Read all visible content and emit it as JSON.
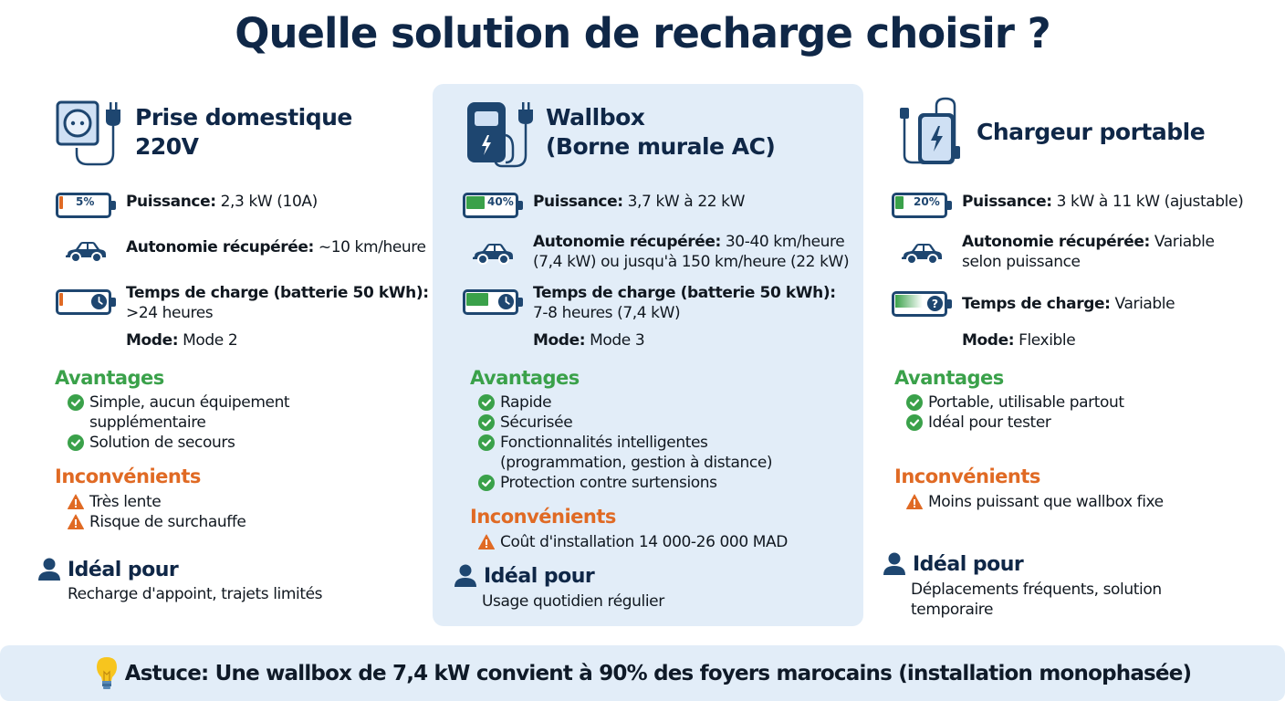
{
  "title": "Quelle solution de recharge choisir ?",
  "colors": {
    "navy": "#0f2747",
    "green": "#3aa14a",
    "orange": "#e06a24",
    "highlight_bg": "#e2edf8"
  },
  "columns": [
    {
      "title": "Prise domestique\n220V",
      "icon": "wall-socket-icon",
      "battery_level": "5%",
      "specs": {
        "power_label": "Puissance:",
        "power_value": " 2,3 kW (10A)",
        "range_label": "Autonomie récupérée:",
        "range_value": " ~10 km/heure",
        "time_label": "Temps de charge (batterie 50 kWh):",
        "time_value": ">24 heures",
        "mode_label": "Mode:",
        "mode_value": " Mode 2"
      },
      "advantages_label": "Avantages",
      "advantages": [
        "Simple, aucun équipement supplémentaire",
        "Solution de secours"
      ],
      "drawbacks_label": "Inconvénients",
      "drawbacks": [
        "Très lente",
        "Risque de surchauffe"
      ],
      "ideal_label": "Idéal pour",
      "ideal_value": "Recharge d'appoint, trajets limités"
    },
    {
      "title": "Wallbox\n(Borne murale AC)",
      "icon": "wallbox-charger-icon",
      "battery_level": "40%",
      "specs": {
        "power_label": "Puissance:",
        "power_value": " 3,7 kW à 22 kW",
        "range_label": "Autonomie récupérée:",
        "range_value": " 30-40 km/heure (7,4 kW) ou jusqu'à 150 km/heure (22 kW)",
        "time_label": "Temps de charge (batterie 50 kWh):",
        "time_value": "7-8 heures (7,4 kW)",
        "mode_label": "Mode:",
        "mode_value": " Mode 3"
      },
      "advantages_label": "Avantages",
      "advantages": [
        "Rapide",
        "Sécurisée",
        "Fonctionnalités intelligentes (programmation, gestion à distance)",
        "Protection contre surtensions"
      ],
      "drawbacks_label": "Inconvénients",
      "drawbacks": [
        "Coût d'installation 14 000-26 000 MAD"
      ],
      "ideal_label": "Idéal pour",
      "ideal_value": "Usage quotidien régulier"
    },
    {
      "title": "Chargeur portable",
      "icon": "portable-charger-icon",
      "battery_level": "20%",
      "specs": {
        "power_label": "Puissance:",
        "power_value": " 3 kW à 11 kW (ajustable)",
        "range_label": "Autonomie récupérée:",
        "range_value": " Variable selon puissance",
        "time_label": "Temps de charge:",
        "time_value": " Variable",
        "mode_label": "Mode:",
        "mode_value": " Flexible"
      },
      "advantages_label": "Avantages",
      "advantages": [
        "Portable, utilisable partout",
        "Idéal pour tester"
      ],
      "drawbacks_label": "Inconvénients",
      "drawbacks": [
        "Moins puissant que wallbox fixe"
      ],
      "ideal_label": "Idéal pour",
      "ideal_value": "Déplacements fréquents, solution temporaire"
    }
  ],
  "tip": {
    "icon": "lightbulb-icon",
    "text": "Astuce: Une wallbox de 7,4 kW convient à 90% des foyers marocains (installation monophasée)"
  }
}
